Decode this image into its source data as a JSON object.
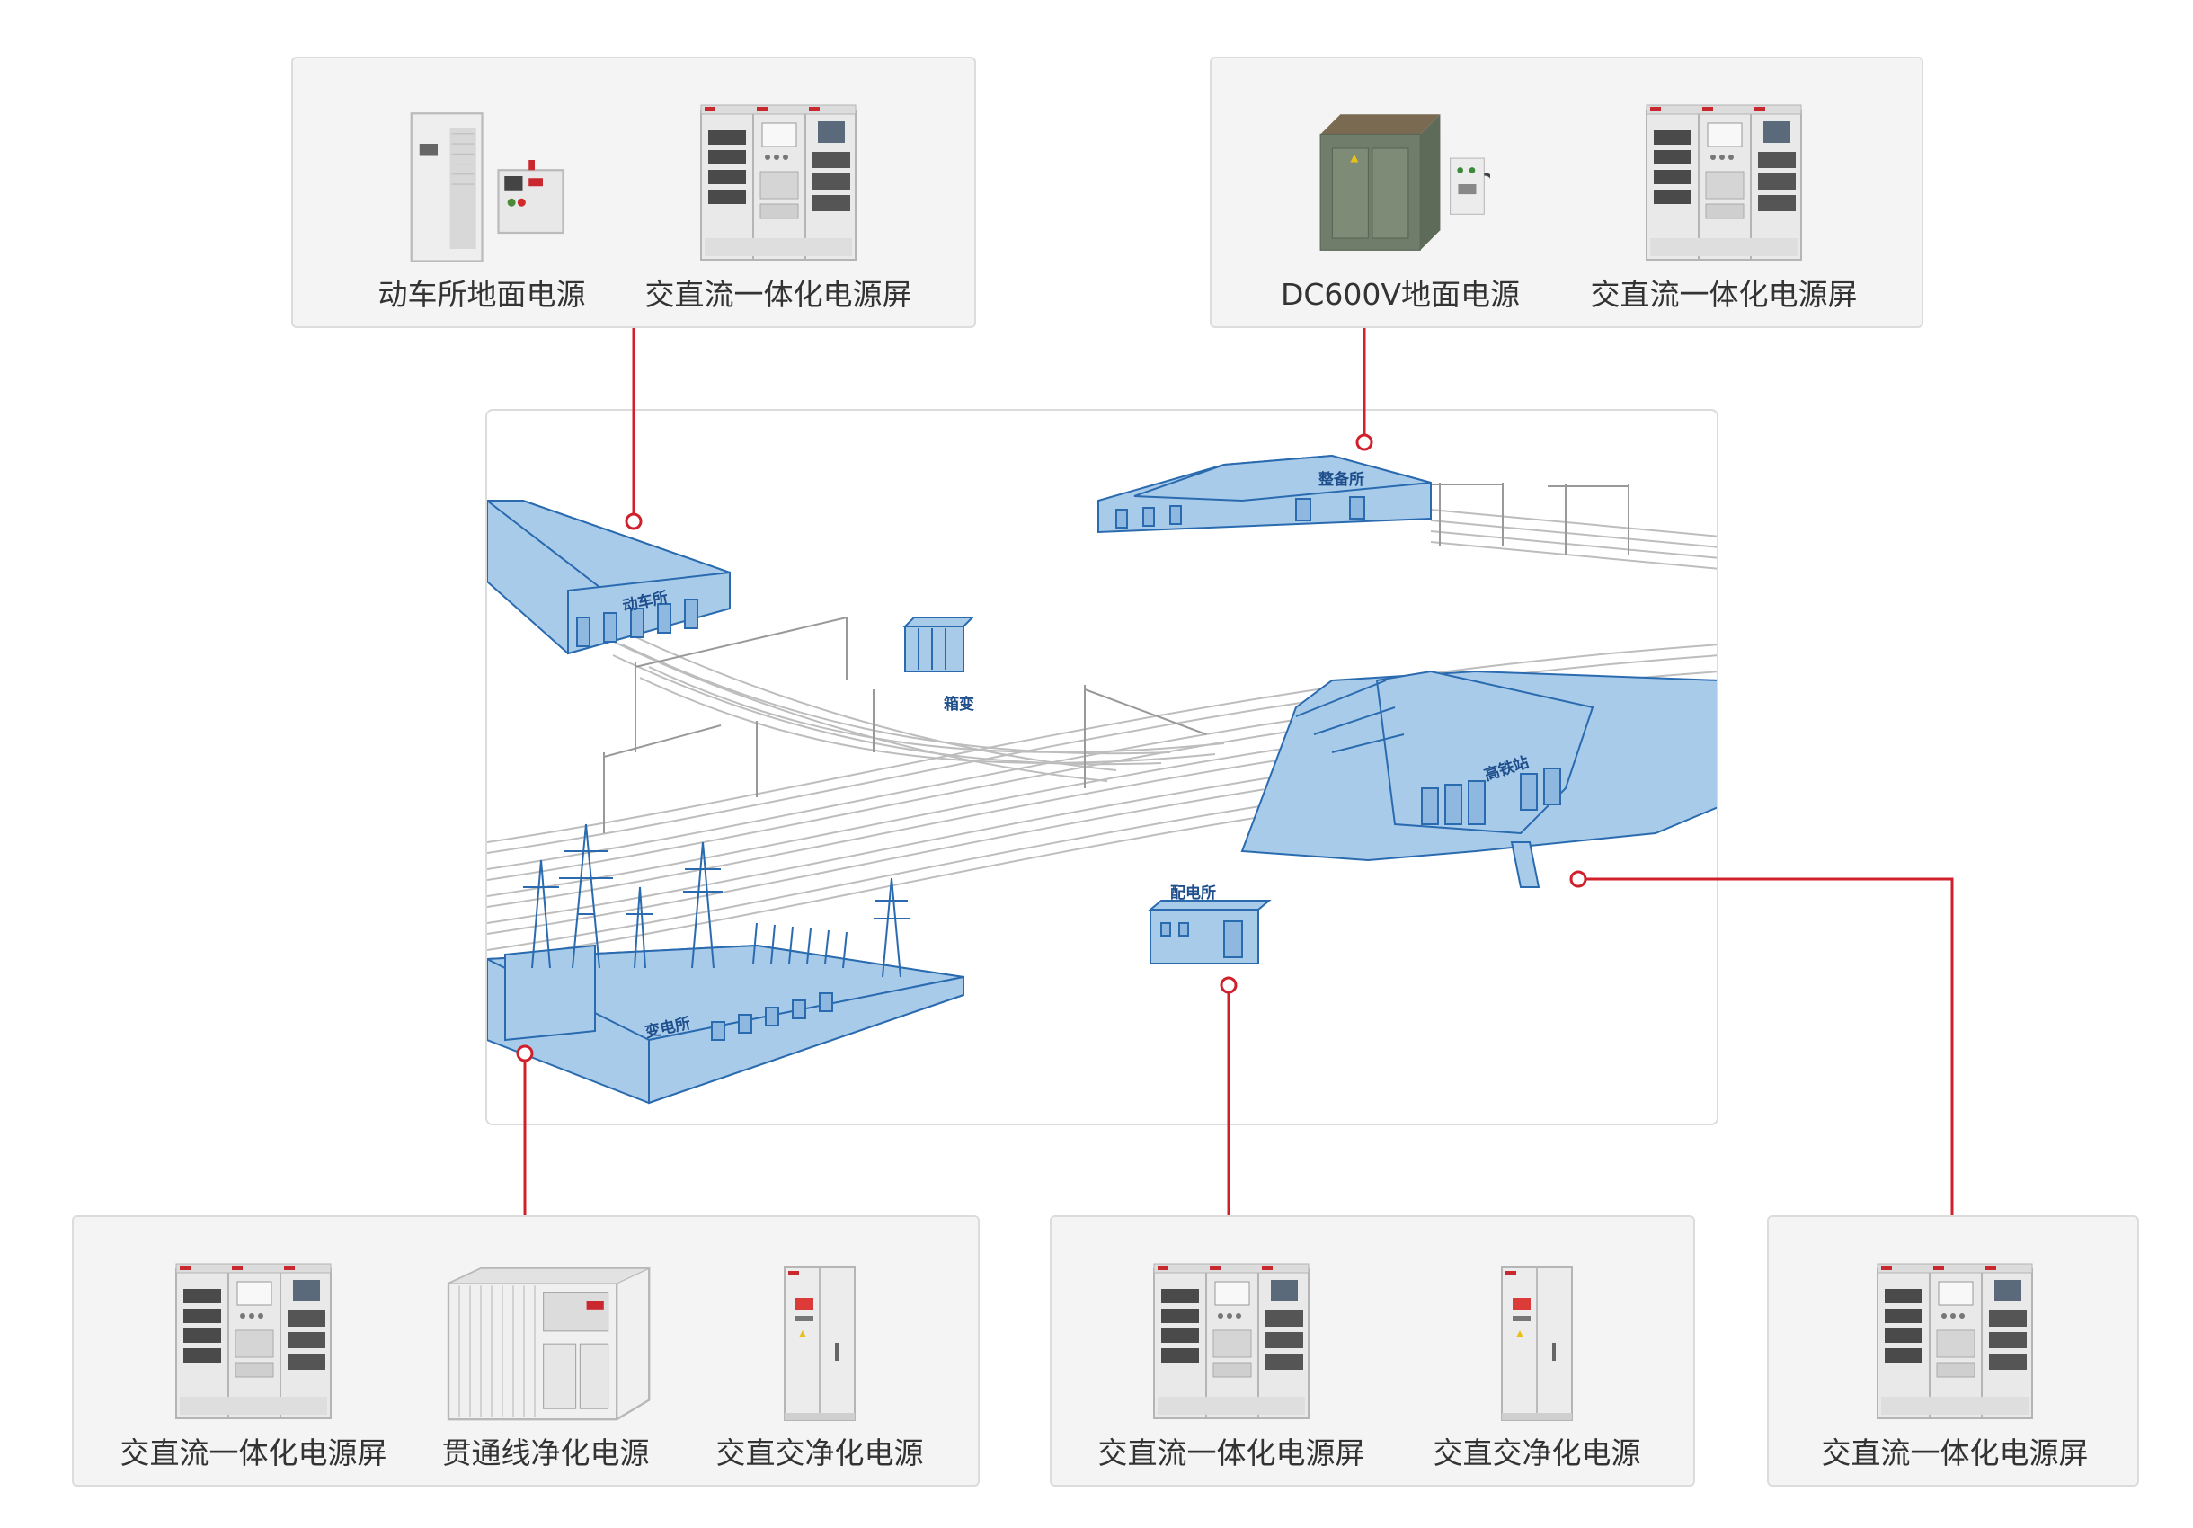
{
  "boxes": {
    "top_left": {
      "items": [
        "动车所地面电源",
        "交直流一体化电源屏"
      ]
    },
    "top_right": {
      "items": [
        "DC600V地面电源",
        "交直流一体化电源屏"
      ]
    },
    "bottom_left": {
      "items": [
        "交直流一体化电源屏",
        "贯通线净化电源",
        "交直交净化电源"
      ]
    },
    "bottom_middle": {
      "items": [
        "交直流一体化电源屏",
        "交直交净化电源"
      ]
    },
    "bottom_right": {
      "items": [
        "交直流一体化电源屏"
      ]
    }
  },
  "scene": {
    "buildings": {
      "emu_depot": "动车所",
      "servicing": "整备所",
      "box_transformer": "箱变",
      "hsr_station": "高铁站",
      "distribution": "配电所",
      "substation": "变电所"
    }
  },
  "colors": {
    "connector": "#d0202c",
    "building_fill": "#a9cbea",
    "building_stroke": "#2a6bb0",
    "rail": "#b8b8b8",
    "box_bg": "#f4f4f4",
    "box_border": "#dcdcdc"
  }
}
